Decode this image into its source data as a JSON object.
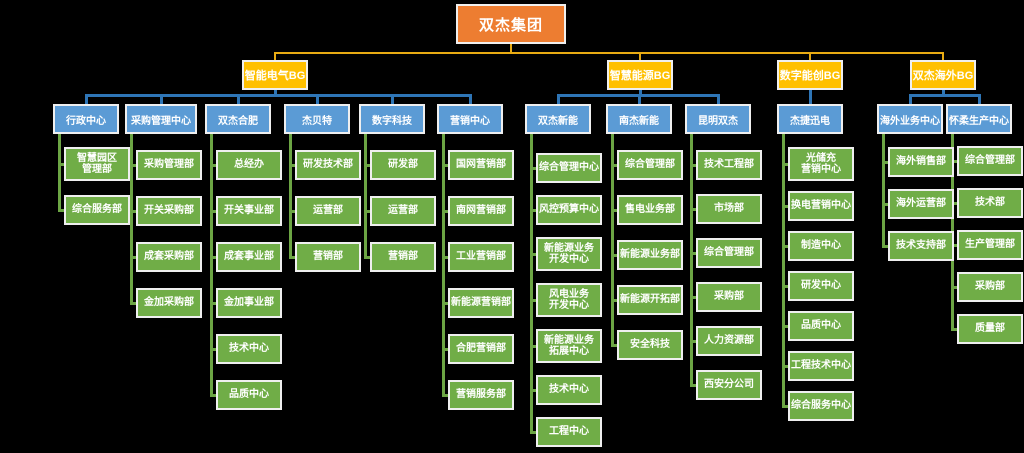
{
  "page": {
    "background": "#000000"
  },
  "colors": {
    "root_fill": "#ED7D31",
    "group_fill": "#FFC000",
    "unit_fill": "#5B9BD5",
    "dept_fill": "#70AD47",
    "box_border": "#EFEFEF",
    "connector_root": "#E9AB13",
    "connector_unit": "#2E75B6",
    "connector_dept": "#6CA544"
  },
  "org": {
    "root": {
      "label": "双杰集团"
    },
    "groups": [
      {
        "label": "智能电气BG",
        "units": [
          {
            "label": "行政中心",
            "departments": [
              {
                "label": "智慧园区管理部",
                "lines": [
                  "智慧园区",
                  "管理部"
                ]
              },
              {
                "label": "综合服务部"
              }
            ]
          },
          {
            "label": "采购管理中心",
            "departments": [
              {
                "label": "采购管理部"
              },
              {
                "label": "开关采购部"
              },
              {
                "label": "成套采购部"
              },
              {
                "label": "金加采购部"
              }
            ]
          },
          {
            "label": "双杰合肥",
            "departments": [
              {
                "label": "总经办"
              },
              {
                "label": "开关事业部"
              },
              {
                "label": "成套事业部"
              },
              {
                "label": "金加事业部"
              },
              {
                "label": "技术中心"
              },
              {
                "label": "品质中心"
              }
            ]
          },
          {
            "label": "杰贝特",
            "departments": [
              {
                "label": "研发技术部"
              },
              {
                "label": "运营部"
              },
              {
                "label": "营销部"
              }
            ]
          },
          {
            "label": "数字科技",
            "departments": [
              {
                "label": "研发部"
              },
              {
                "label": "运营部"
              },
              {
                "label": "营销部"
              }
            ]
          },
          {
            "label": "营销中心",
            "departments": [
              {
                "label": "国网营销部"
              },
              {
                "label": "南网营销部"
              },
              {
                "label": "工业营销部"
              },
              {
                "label": "新能源营销部"
              },
              {
                "label": "合肥营销部"
              },
              {
                "label": "营销服务部"
              }
            ]
          }
        ]
      },
      {
        "label": "智慧能源BG",
        "units": [
          {
            "label": "双杰新能",
            "departments": [
              {
                "label": "综合管理中心"
              },
              {
                "label": "风控预算中心"
              },
              {
                "label": "新能源业务开发中心",
                "lines": [
                  "新能源业务",
                  "开发中心"
                ]
              },
              {
                "label": "风电业务开发中心",
                "lines": [
                  "风电业务",
                  "开发中心"
                ]
              },
              {
                "label": "新能源业务拓展中心",
                "lines": [
                  "新能源业务",
                  "拓展中心"
                ]
              },
              {
                "label": "技术中心"
              },
              {
                "label": "工程中心"
              }
            ]
          },
          {
            "label": "南杰新能",
            "departments": [
              {
                "label": "综合管理部"
              },
              {
                "label": "售电业务部"
              },
              {
                "label": "新能源业务部"
              },
              {
                "label": "新能源开拓部"
              },
              {
                "label": "安全科技"
              }
            ]
          },
          {
            "label": "昆明双杰",
            "departments": [
              {
                "label": "技术工程部"
              },
              {
                "label": "市场部"
              },
              {
                "label": "综合管理部"
              },
              {
                "label": "采购部"
              },
              {
                "label": "人力资源部"
              },
              {
                "label": "西安分公司"
              }
            ]
          }
        ]
      },
      {
        "label": "数字能创BG",
        "units": [
          {
            "label": "杰捷迅电",
            "departments": [
              {
                "label": "光储充营销中心",
                "lines": [
                  "光储充",
                  "营销中心"
                ]
              },
              {
                "label": "换电营销中心"
              },
              {
                "label": "制造中心"
              },
              {
                "label": "研发中心"
              },
              {
                "label": "品质中心"
              },
              {
                "label": "工程技术中心"
              },
              {
                "label": "综合服务中心"
              }
            ]
          }
        ]
      },
      {
        "label": "双杰海外BG",
        "units": [
          {
            "label": "海外业务中心",
            "departments": [
              {
                "label": "海外销售部"
              },
              {
                "label": "海外运营部"
              },
              {
                "label": "技术支持部"
              }
            ]
          },
          {
            "label": "怀柔生产中心",
            "departments": [
              {
                "label": "综合管理部"
              },
              {
                "label": "技术部"
              },
              {
                "label": "生产管理部"
              },
              {
                "label": "采购部"
              },
              {
                "label": "质量部"
              }
            ]
          }
        ]
      }
    ]
  }
}
